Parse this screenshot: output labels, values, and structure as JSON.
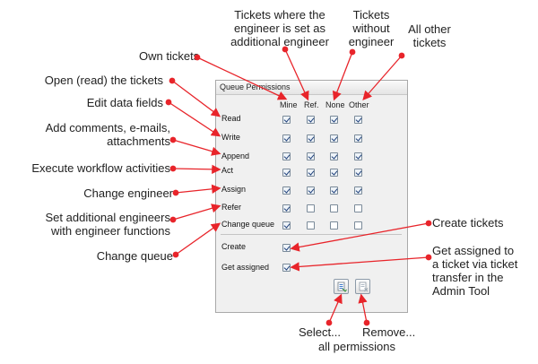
{
  "panel": {
    "title": "Queue Permissions",
    "columns": [
      "Mine",
      "Ref.",
      "None",
      "Other"
    ],
    "rows": [
      {
        "label": "Read",
        "checks": [
          true,
          true,
          true,
          true
        ]
      },
      {
        "label": "Write",
        "checks": [
          true,
          true,
          true,
          true
        ]
      },
      {
        "label": "Append",
        "checks": [
          true,
          true,
          true,
          true
        ]
      },
      {
        "label": "Act",
        "checks": [
          true,
          true,
          true,
          true
        ]
      },
      {
        "label": "Assign",
        "checks": [
          true,
          true,
          true,
          true
        ]
      },
      {
        "label": "Refer",
        "checks": [
          true,
          false,
          false,
          false
        ]
      },
      {
        "label": "Change queue",
        "checks": [
          true,
          false,
          false,
          false
        ]
      }
    ],
    "extra_rows": [
      {
        "label": "Create",
        "checked": true
      },
      {
        "label": "Get assigned",
        "checked": true
      }
    ],
    "buttons": {
      "select_all_icon": "select-all-icon",
      "remove_all_icon": "remove-all-icon"
    }
  },
  "callouts": {
    "own": "Own tickets",
    "additional": "Tickets where the\nengineer is set as\nadditional engineer",
    "without": "Tickets\nwithout\nengineer",
    "other": "All other\ntickets",
    "read": "Open (read) the tickets",
    "write": "Edit data fields",
    "append": "Add comments, e-mails,\nattachments",
    "act": "Execute workflow activities",
    "assign": "Change engineer",
    "refer": "Set additional engineers\nwith engineer functions",
    "change_queue": "Change queue",
    "create": "Create tickets",
    "get_assigned": "Get assigned to\na ticket via ticket\ntransfer in the\nAdmin Tool",
    "select": "Select...",
    "remove": "Remove...",
    "all_permissions": "all permissions"
  },
  "colors": {
    "arrow": "#e8242a",
    "panel_bg": "#f0f0f0",
    "check": "#1d3f7a"
  }
}
